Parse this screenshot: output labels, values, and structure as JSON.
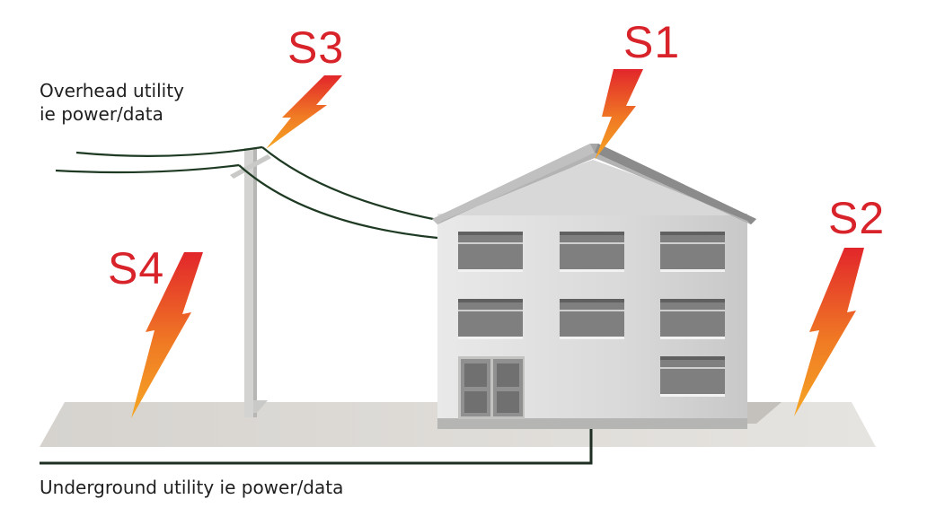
{
  "labels": {
    "overhead_line1": "Overhead utility",
    "overhead_line2": "ie power/data",
    "underground": "Underground utility ie power/data"
  },
  "strikes": {
    "s1": "S1",
    "s2": "S2",
    "s3": "S3",
    "s4": "S4"
  },
  "colors": {
    "strike_text": "#d8232a",
    "bolt_top": "#e2262b",
    "bolt_bottom": "#f5a623",
    "ground": "#dcdad6",
    "building_wall": "#dededd",
    "roof": "#a9a9aa",
    "window": "#7e7f7e",
    "cable": "#1e3a23"
  }
}
